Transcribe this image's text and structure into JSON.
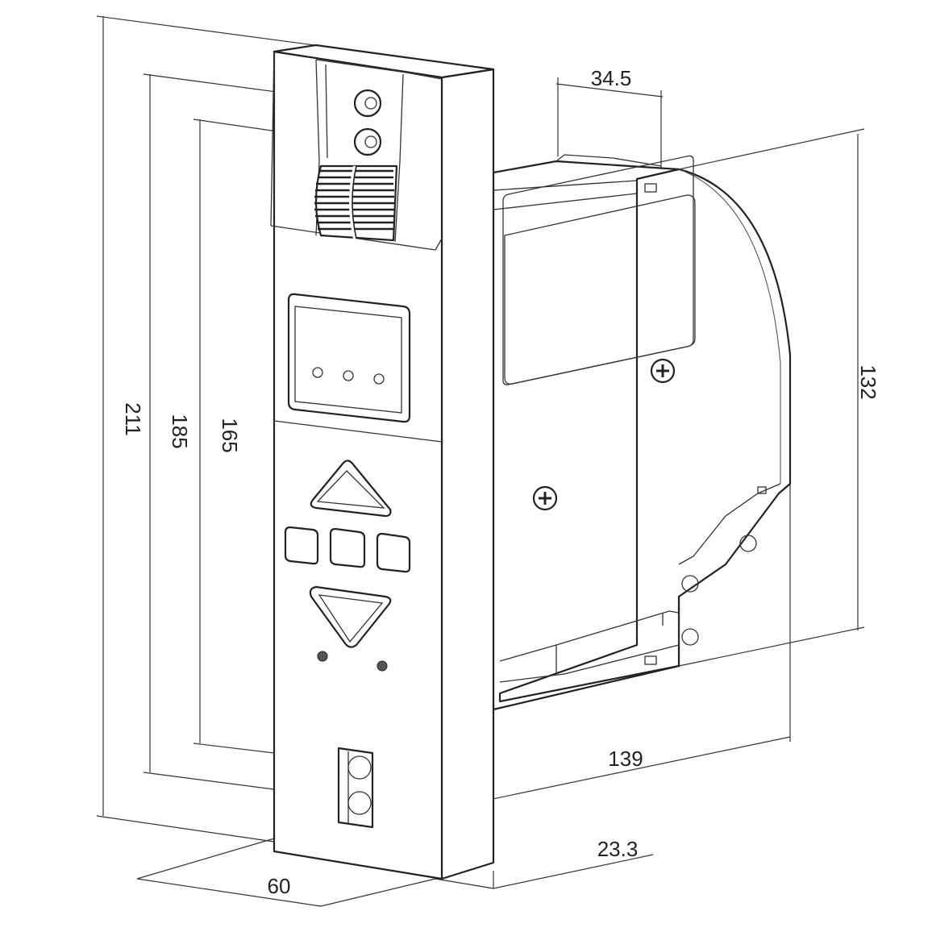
{
  "drawing": {
    "subject": "roller shutter belt winder with control panel",
    "dimensions_mm": {
      "overall_height": "211",
      "inner_height": "185",
      "hole_spacing": "165",
      "top_width": "34.5",
      "housing_height": "132",
      "depth": "139",
      "front_width": "60",
      "faceplate_thickness": "23.3"
    }
  },
  "colors": {
    "line": "#222222",
    "background": "#ffffff"
  }
}
